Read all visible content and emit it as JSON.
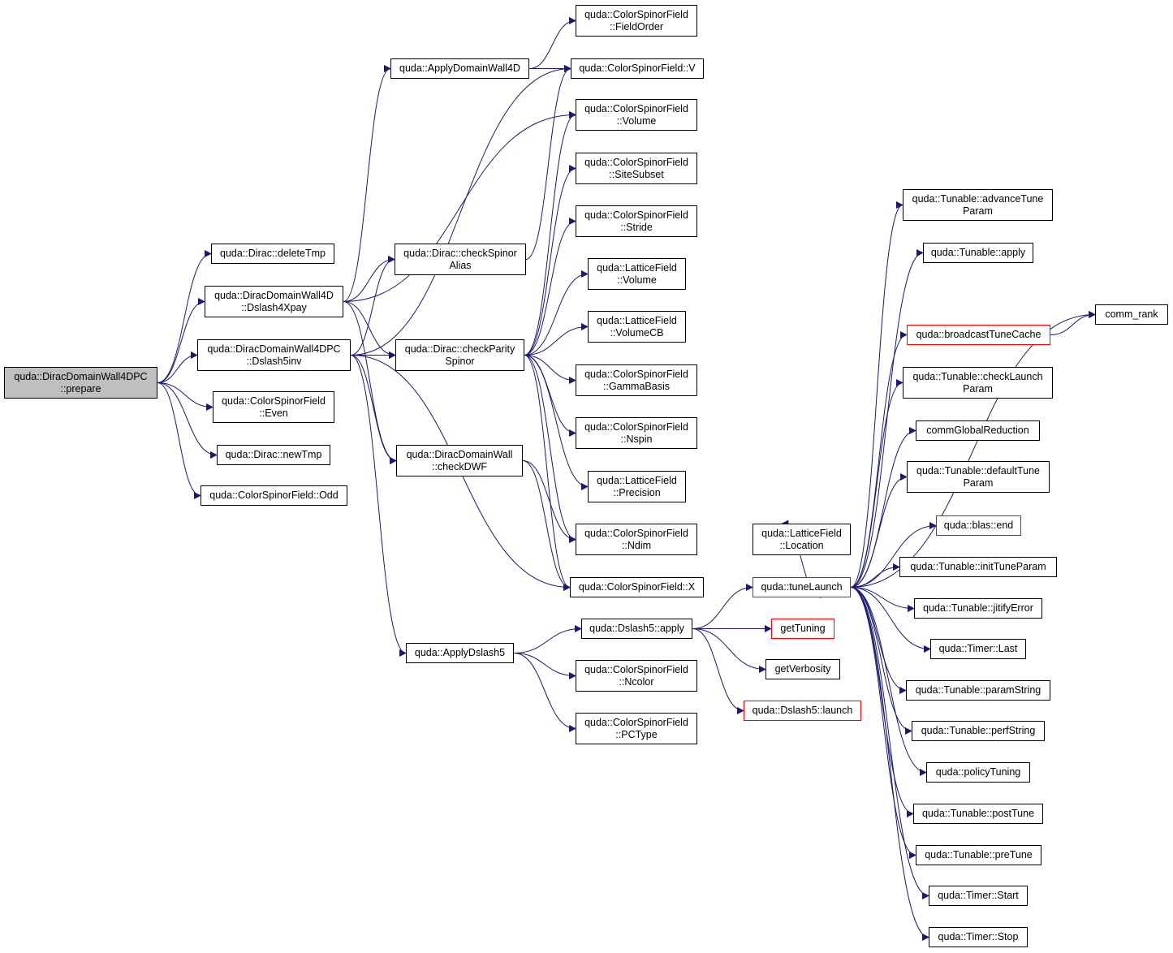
{
  "graph": {
    "colors": {
      "edge": "#191970",
      "node_border": "#000000",
      "truncated_border": "#ff0000",
      "root_fill": "#bfbfbf"
    },
    "nodes": [
      {
        "id": "prepare",
        "lines": [
          "quda::DiracDomainWall4DPC",
          "::prepare"
        ],
        "root": true
      },
      {
        "id": "deleteTmp",
        "lines": [
          "quda::Dirac::deleteTmp"
        ]
      },
      {
        "id": "dslash4xpay",
        "lines": [
          "quda::DiracDomainWall4D",
          "::Dslash4Xpay"
        ]
      },
      {
        "id": "dslash5inv",
        "lines": [
          "quda::DiracDomainWall4DPC",
          "::Dslash5inv"
        ]
      },
      {
        "id": "even",
        "lines": [
          "quda::ColorSpinorField",
          "::Even"
        ]
      },
      {
        "id": "newTmp",
        "lines": [
          "quda::Dirac::newTmp"
        ]
      },
      {
        "id": "odd",
        "lines": [
          "quda::ColorSpinorField::Odd"
        ]
      },
      {
        "id": "applyDW4D",
        "lines": [
          "quda::ApplyDomainWall4D"
        ]
      },
      {
        "id": "checkSpinorAlias",
        "lines": [
          "quda::Dirac::checkSpinor",
          "Alias"
        ]
      },
      {
        "id": "checkParitySpinor",
        "lines": [
          "quda::Dirac::checkParity",
          "Spinor"
        ]
      },
      {
        "id": "checkDWF",
        "lines": [
          "quda::DiracDomainWall",
          "::checkDWF"
        ]
      },
      {
        "id": "applyDslash5",
        "lines": [
          "quda::ApplyDslash5"
        ]
      },
      {
        "id": "fieldOrder",
        "lines": [
          "quda::ColorSpinorField",
          "::FieldOrder"
        ]
      },
      {
        "id": "csfV",
        "lines": [
          "quda::ColorSpinorField::V"
        ]
      },
      {
        "id": "csfVolume",
        "lines": [
          "quda::ColorSpinorField",
          "::Volume"
        ]
      },
      {
        "id": "siteSubset",
        "lines": [
          "quda::ColorSpinorField",
          "::SiteSubset"
        ]
      },
      {
        "id": "stride",
        "lines": [
          "quda::ColorSpinorField",
          "::Stride"
        ]
      },
      {
        "id": "lfVolume",
        "lines": [
          "quda::LatticeField",
          "::Volume"
        ]
      },
      {
        "id": "lfVolumeCB",
        "lines": [
          "quda::LatticeField",
          "::VolumeCB"
        ]
      },
      {
        "id": "gammaBasis",
        "lines": [
          "quda::ColorSpinorField",
          "::GammaBasis"
        ]
      },
      {
        "id": "nspin",
        "lines": [
          "quda::ColorSpinorField",
          "::Nspin"
        ]
      },
      {
        "id": "precision",
        "lines": [
          "quda::LatticeField",
          "::Precision"
        ]
      },
      {
        "id": "ndim",
        "lines": [
          "quda::ColorSpinorField",
          "::Ndim"
        ]
      },
      {
        "id": "csfX",
        "lines": [
          "quda::ColorSpinorField::X"
        ]
      },
      {
        "id": "d5apply",
        "lines": [
          "quda::Dslash5::apply"
        ]
      },
      {
        "id": "ncolor",
        "lines": [
          "quda::ColorSpinorField",
          "::Ncolor"
        ]
      },
      {
        "id": "pcType",
        "lines": [
          "quda::ColorSpinorField",
          "::PCType"
        ]
      },
      {
        "id": "location",
        "lines": [
          "quda::LatticeField",
          "::Location"
        ]
      },
      {
        "id": "tuneLaunch",
        "lines": [
          "quda::tuneLaunch"
        ],
        "truncated": true
      },
      {
        "id": "getTuning",
        "lines": [
          "getTuning"
        ],
        "truncated": true
      },
      {
        "id": "getVerbosity",
        "lines": [
          "getVerbosity"
        ]
      },
      {
        "id": "d5launch",
        "lines": [
          "quda::Dslash5::launch"
        ],
        "truncated": true
      },
      {
        "id": "advanceTuneParam",
        "lines": [
          "quda::Tunable::advanceTune",
          "Param"
        ]
      },
      {
        "id": "tApply",
        "lines": [
          "quda::Tunable::apply"
        ]
      },
      {
        "id": "broadcast",
        "lines": [
          "quda::broadcastTuneCache"
        ],
        "truncated": true
      },
      {
        "id": "commRank",
        "lines": [
          "comm_rank"
        ]
      },
      {
        "id": "checkLaunchParam",
        "lines": [
          "quda::Tunable::checkLaunch",
          "Param"
        ]
      },
      {
        "id": "commGlobalReduction",
        "lines": [
          "commGlobalReduction"
        ]
      },
      {
        "id": "defaultTuneParam",
        "lines": [
          "quda::Tunable::defaultTune",
          "Param"
        ]
      },
      {
        "id": "blasEnd",
        "lines": [
          "quda::blas::end"
        ],
        "truncated": true
      },
      {
        "id": "initTuneParam",
        "lines": [
          "quda::Tunable::initTuneParam"
        ]
      },
      {
        "id": "jitifyError",
        "lines": [
          "quda::Tunable::jitifyError"
        ]
      },
      {
        "id": "timerLast",
        "lines": [
          "quda::Timer::Last"
        ]
      },
      {
        "id": "paramString",
        "lines": [
          "quda::Tunable::paramString"
        ]
      },
      {
        "id": "perfString",
        "lines": [
          "quda::Tunable::perfString"
        ]
      },
      {
        "id": "policyTuning",
        "lines": [
          "quda::policyTuning"
        ]
      },
      {
        "id": "postTune",
        "lines": [
          "quda::Tunable::postTune"
        ]
      },
      {
        "id": "preTune",
        "lines": [
          "quda::Tunable::preTune"
        ]
      },
      {
        "id": "timerStart",
        "lines": [
          "quda::Timer::Start"
        ]
      },
      {
        "id": "timerStop",
        "lines": [
          "quda::Timer::Stop"
        ]
      }
    ],
    "edges": [
      [
        "prepare",
        "deleteTmp"
      ],
      [
        "prepare",
        "dslash4xpay"
      ],
      [
        "prepare",
        "dslash5inv"
      ],
      [
        "prepare",
        "even"
      ],
      [
        "prepare",
        "newTmp"
      ],
      [
        "prepare",
        "odd"
      ],
      [
        "dslash4xpay",
        "applyDW4D"
      ],
      [
        "dslash4xpay",
        "checkSpinorAlias"
      ],
      [
        "dslash4xpay",
        "csfVolume"
      ],
      [
        "dslash4xpay",
        "checkParitySpinor"
      ],
      [
        "dslash4xpay",
        "checkDWF"
      ],
      [
        "dslash5inv",
        "checkSpinorAlias"
      ],
      [
        "dslash5inv",
        "csfV"
      ],
      [
        "dslash5inv",
        "checkParitySpinor"
      ],
      [
        "dslash5inv",
        "checkDWF"
      ],
      [
        "dslash5inv",
        "csfX"
      ],
      [
        "dslash5inv",
        "applyDslash5"
      ],
      [
        "applyDW4D",
        "fieldOrder"
      ],
      [
        "applyDW4D",
        "csfV"
      ],
      [
        "checkSpinorAlias",
        "csfV"
      ],
      [
        "checkParitySpinor",
        "csfVolume"
      ],
      [
        "checkParitySpinor",
        "siteSubset"
      ],
      [
        "checkParitySpinor",
        "stride"
      ],
      [
        "checkParitySpinor",
        "lfVolume"
      ],
      [
        "checkParitySpinor",
        "lfVolumeCB"
      ],
      [
        "checkParitySpinor",
        "gammaBasis"
      ],
      [
        "checkParitySpinor",
        "nspin"
      ],
      [
        "checkParitySpinor",
        "precision"
      ],
      [
        "checkParitySpinor",
        "ndim"
      ],
      [
        "checkParitySpinor",
        "csfX"
      ],
      [
        "checkDWF",
        "ndim"
      ],
      [
        "checkDWF",
        "csfX"
      ],
      [
        "applyDslash5",
        "d5apply"
      ],
      [
        "applyDslash5",
        "ncolor"
      ],
      [
        "applyDslash5",
        "pcType"
      ],
      [
        "d5apply",
        "tuneLaunch"
      ],
      [
        "d5apply",
        "getTuning"
      ],
      [
        "d5apply",
        "getVerbosity"
      ],
      [
        "d5apply",
        "d5launch"
      ],
      [
        "tuneLaunch",
        "location"
      ],
      [
        "tuneLaunch",
        "advanceTuneParam"
      ],
      [
        "tuneLaunch",
        "tApply"
      ],
      [
        "tuneLaunch",
        "broadcast"
      ],
      [
        "tuneLaunch",
        "commRank"
      ],
      [
        "tuneLaunch",
        "checkLaunchParam"
      ],
      [
        "tuneLaunch",
        "commGlobalReduction"
      ],
      [
        "tuneLaunch",
        "defaultTuneParam"
      ],
      [
        "tuneLaunch",
        "blasEnd"
      ],
      [
        "tuneLaunch",
        "initTuneParam"
      ],
      [
        "tuneLaunch",
        "jitifyError"
      ],
      [
        "tuneLaunch",
        "timerLast"
      ],
      [
        "tuneLaunch",
        "paramString"
      ],
      [
        "tuneLaunch",
        "perfString"
      ],
      [
        "tuneLaunch",
        "policyTuning"
      ],
      [
        "tuneLaunch",
        "postTune"
      ],
      [
        "tuneLaunch",
        "preTune"
      ],
      [
        "tuneLaunch",
        "timerStart"
      ],
      [
        "tuneLaunch",
        "timerStop"
      ],
      [
        "broadcast",
        "commRank"
      ]
    ]
  }
}
